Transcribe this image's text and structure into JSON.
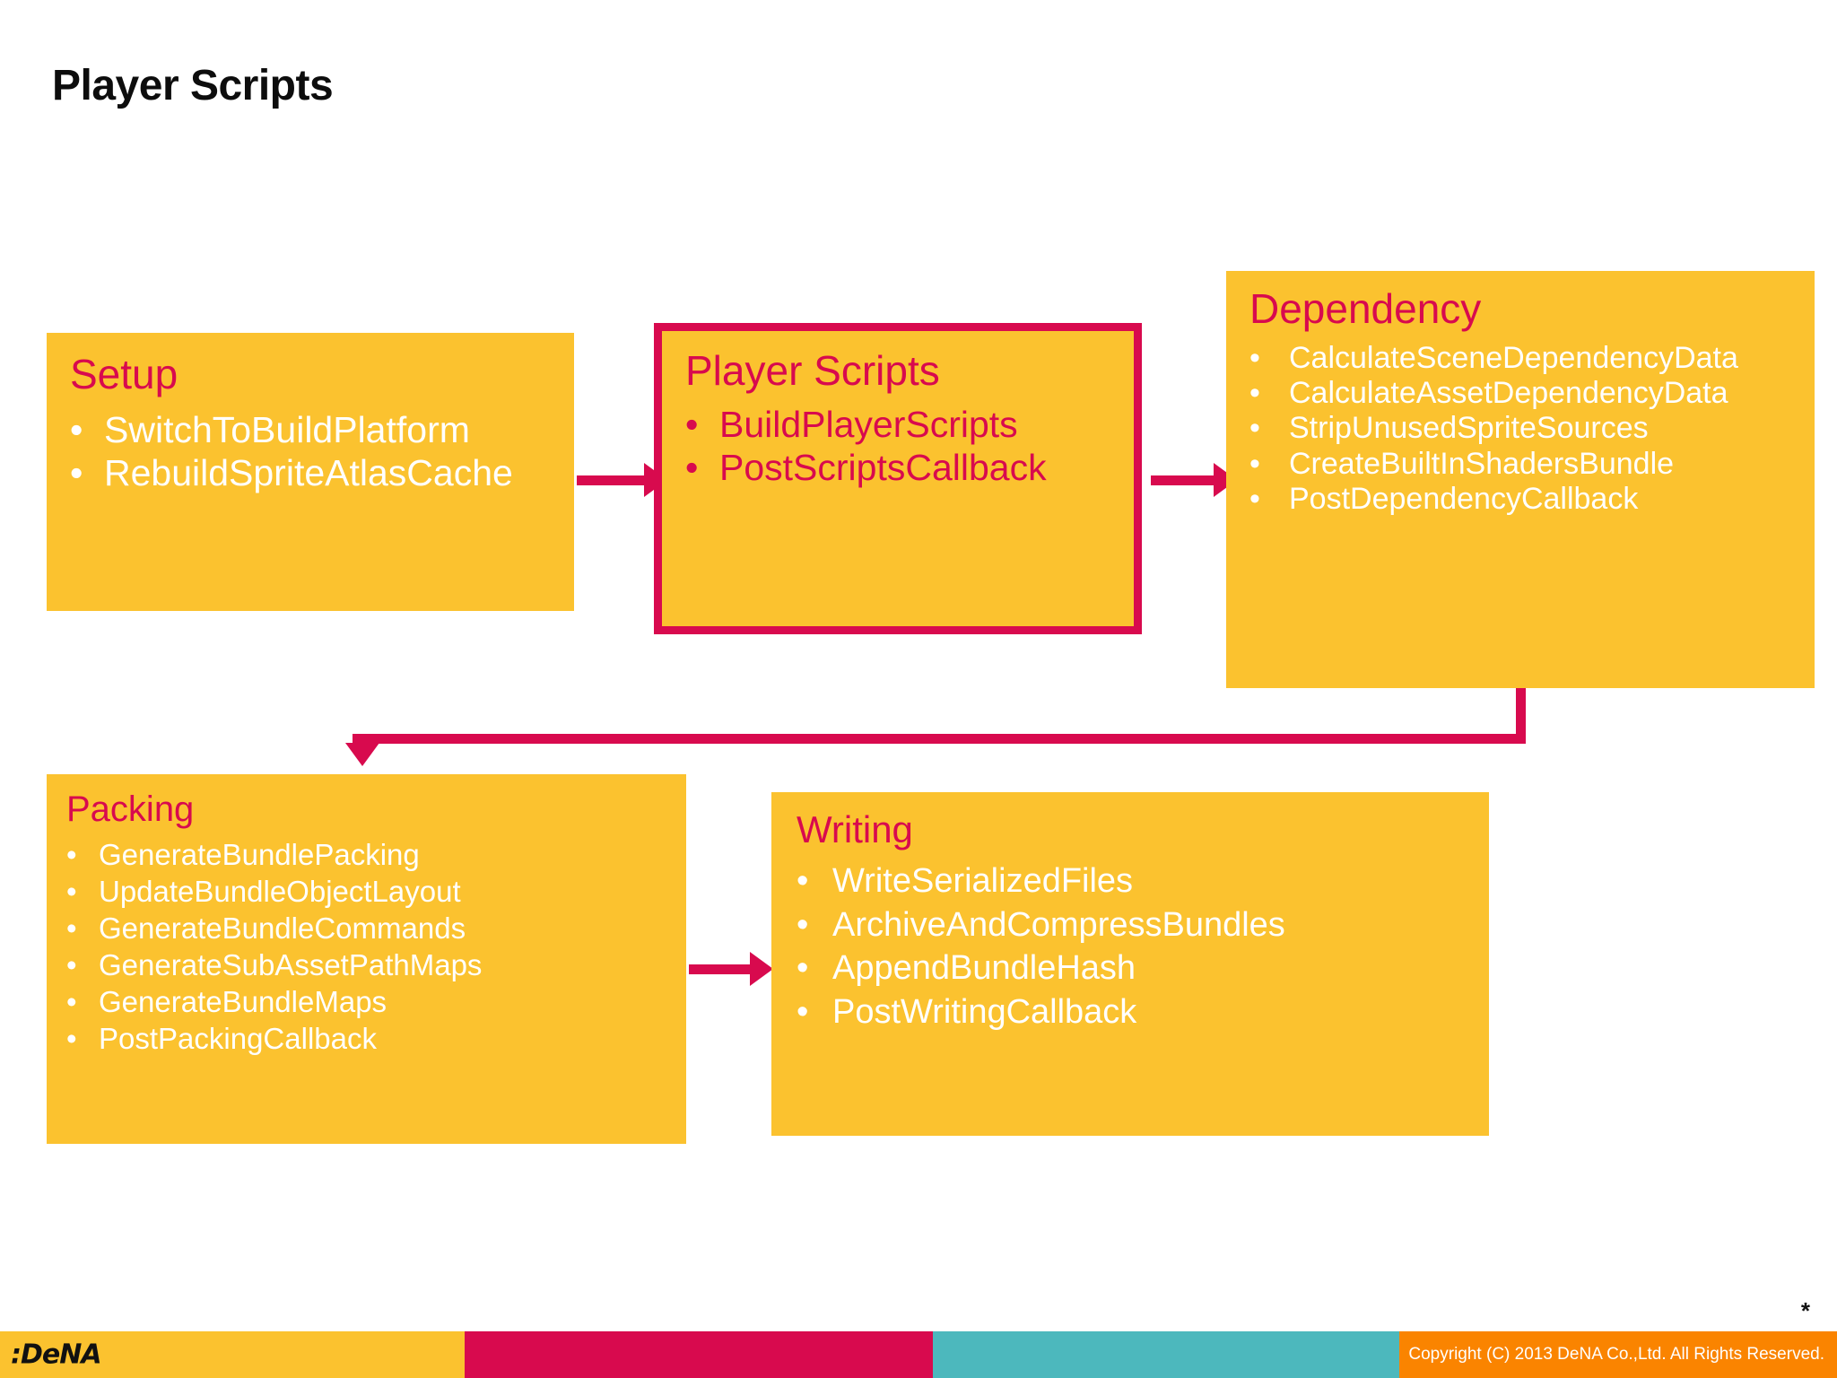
{
  "slide": {
    "title": "Player Scripts",
    "asterisk": "*"
  },
  "colors": {
    "box_fill": "#fbc22f",
    "accent_crimson": "#d80a4e",
    "bullet_white": "#ffffff",
    "footer_teal": "#4cb8bd",
    "footer_orange": "#fa8400"
  },
  "boxes": {
    "setup": {
      "title": "Setup",
      "items": [
        "SwitchToBuildPlatform",
        "RebuildSpriteAtlasCache"
      ]
    },
    "player_scripts": {
      "title": "Player Scripts",
      "highlighted": true,
      "items": [
        "BuildPlayerScripts",
        "PostScriptsCallback"
      ]
    },
    "dependency": {
      "title": "Dependency",
      "items": [
        "CalculateSceneDependencyData",
        "CalculateAssetDependencyData",
        "StripUnusedSpriteSources",
        "CreateBuiltInShadersBundle",
        "PostDependencyCallback"
      ]
    },
    "packing": {
      "title": "Packing",
      "items": [
        "GenerateBundlePacking",
        "UpdateBundleObjectLayout",
        "GenerateBundleCommands",
        "GenerateSubAssetPathMaps",
        "GenerateBundleMaps",
        "PostPackingCallback"
      ]
    },
    "writing": {
      "title": "Writing",
      "items": [
        "WriteSerializedFiles",
        "ArchiveAndCompressBundles",
        "AppendBundleHash",
        "PostWritingCallback"
      ]
    }
  },
  "bullet_glyph": "•",
  "footer": {
    "logo": ":DeNA",
    "copyright": "Copyright (C) 2013 DeNA Co.,Ltd. All Rights Reserved."
  }
}
